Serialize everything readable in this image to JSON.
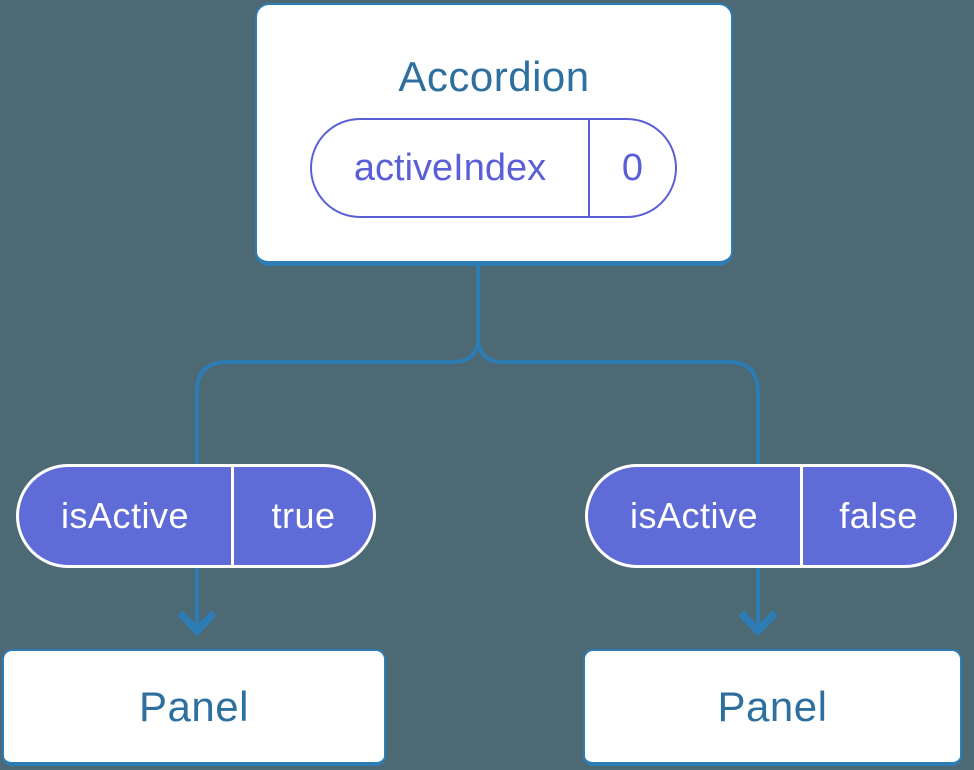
{
  "colors": {
    "background": "#4d6974",
    "connector": "#2d7cb3",
    "box_border": "#2d7cb3",
    "box_bg": "#ffffff",
    "component_text": "#2d6f9f",
    "state_accent": "#5b5fd6",
    "prop_bg": "#5f6bd6",
    "prop_text": "#ffffff"
  },
  "diagram": {
    "root": {
      "title": "Accordion",
      "state": {
        "name": "activeIndex",
        "value": "0"
      }
    },
    "children": [
      {
        "prop": {
          "name": "isActive",
          "value": "true"
        },
        "label": "Panel"
      },
      {
        "prop": {
          "name": "isActive",
          "value": "false"
        },
        "label": "Panel"
      }
    ]
  }
}
